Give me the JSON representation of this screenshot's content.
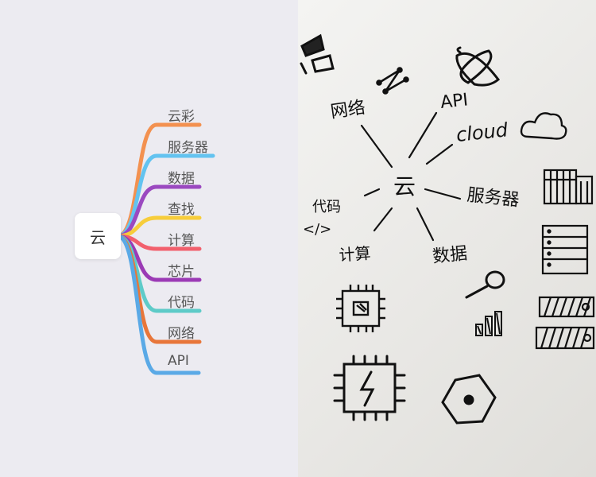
{
  "mindmap": {
    "root": "云",
    "branches": [
      {
        "label": "云彩",
        "color": "#f39150"
      },
      {
        "label": "服务器",
        "color": "#63c3f0"
      },
      {
        "label": "数据",
        "color": "#9b49c0"
      },
      {
        "label": "查找",
        "color": "#f7cd3b"
      },
      {
        "label": "计算",
        "color": "#f2606d"
      },
      {
        "label": "芯片",
        "color": "#9b3ab5"
      },
      {
        "label": "代码",
        "color": "#5ecbc8"
      },
      {
        "label": "网络",
        "color": "#e8763a"
      },
      {
        "label": "API",
        "color": "#5aa9e6"
      }
    ]
  },
  "sketch": {
    "center": "云",
    "labels": {
      "network": "网络",
      "api": "API",
      "cloud": "cloud",
      "server": "服务器",
      "code": "代码",
      "code_symbol": "</>",
      "compute": "计算",
      "data": "数据"
    }
  }
}
